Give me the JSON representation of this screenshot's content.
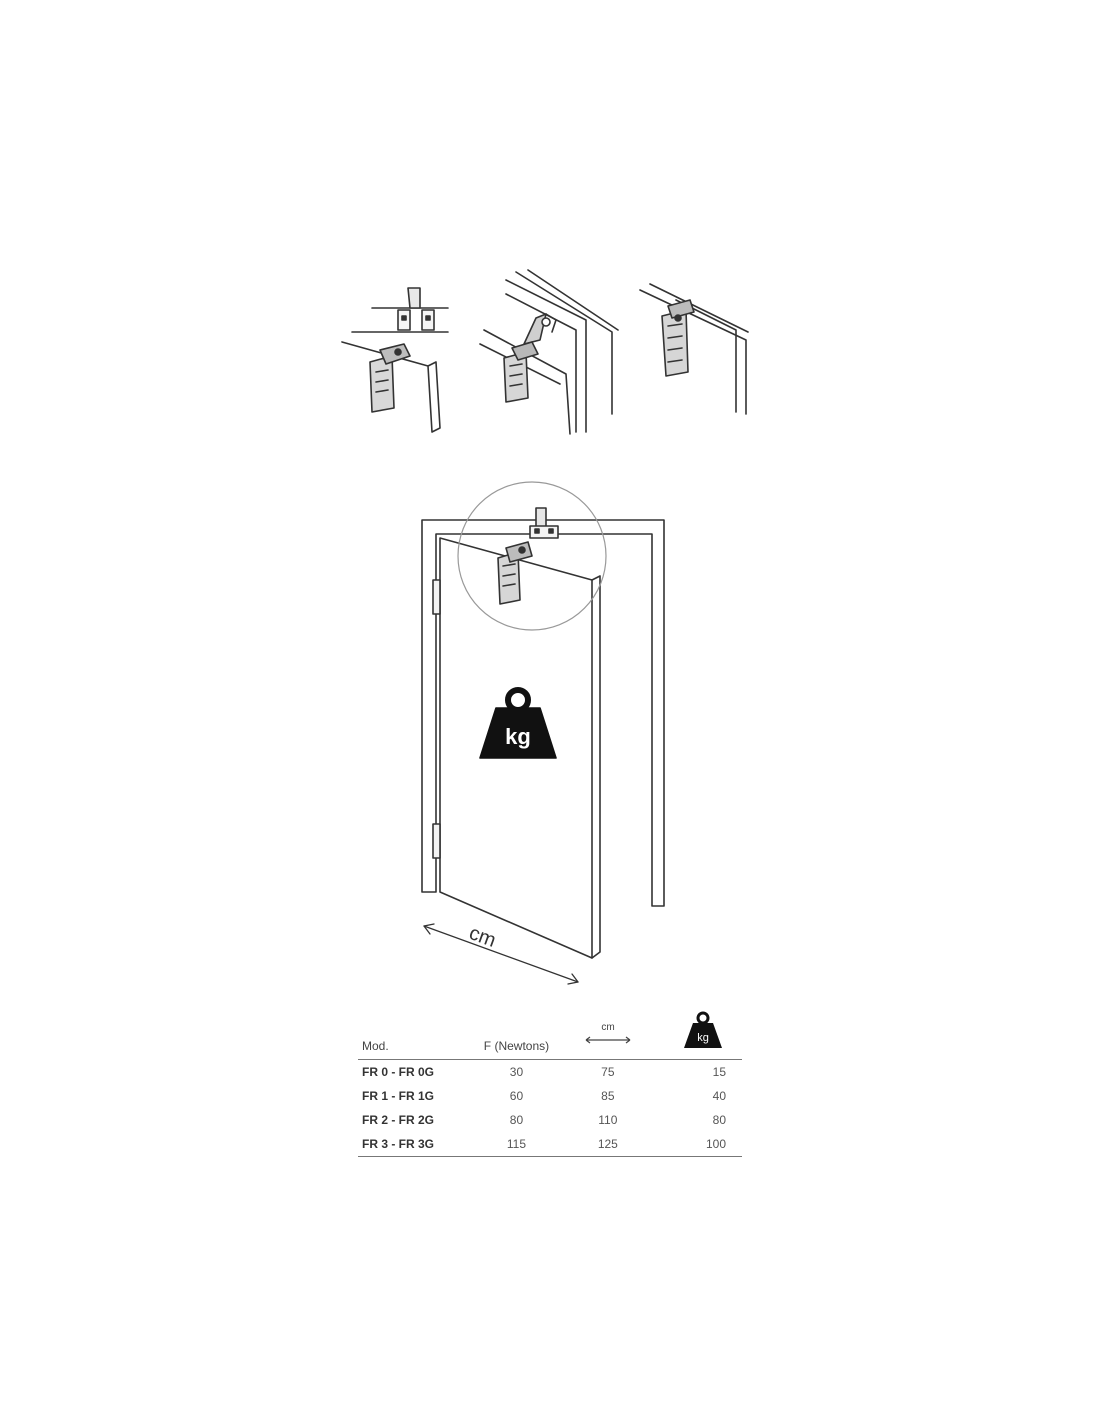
{
  "diagram": {
    "width_label": "cm",
    "weight_label": "kg"
  },
  "table": {
    "headers": {
      "model": "Mod.",
      "force": "F (Newtons)",
      "width": "cm",
      "weight": "kg"
    },
    "rows": [
      {
        "model": "FR 0 - FR 0G",
        "force": "30",
        "width": "75",
        "weight": "15"
      },
      {
        "model": "FR 1 - FR 1G",
        "force": "60",
        "width": "85",
        "weight": "40"
      },
      {
        "model": "FR 2 - FR 2G",
        "force": "80",
        "width": "110",
        "weight": "80"
      },
      {
        "model": "FR 3 - FR 3G",
        "force": "115",
        "width": "125",
        "weight": "100"
      }
    ]
  }
}
